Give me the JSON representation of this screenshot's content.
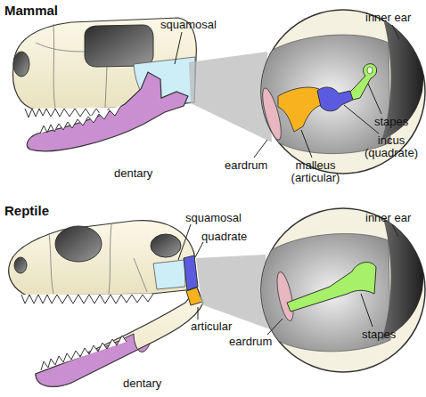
{
  "diagram": {
    "labels": [
      "Mammal",
      "squamosal",
      "inner ear",
      "stapes",
      "incus (quadrate)",
      "eardrum",
      "malleus (articular)",
      "dentary",
      "Reptile",
      "squamosal",
      "quadrate",
      "inner ear",
      "articular",
      "stapes",
      "eardrum",
      "dentary"
    ]
  }
}
